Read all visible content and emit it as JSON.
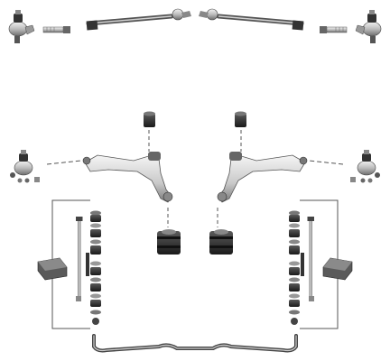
{
  "image": {
    "background": "#ffffff",
    "colors": {
      "metal_light": "#dcdcdc",
      "metal_mid": "#a9a9a9",
      "metal_dark": "#4a4a4a",
      "rubber": "#2b2b2b",
      "guide_line": "#555555"
    },
    "parts": [
      "ball-joint",
      "tie-rod-end",
      "tie-rod",
      "control-arm",
      "control-arm-bushing",
      "sway-bar-bushing",
      "sway-bar-link-kit",
      "sway-bar"
    ]
  }
}
